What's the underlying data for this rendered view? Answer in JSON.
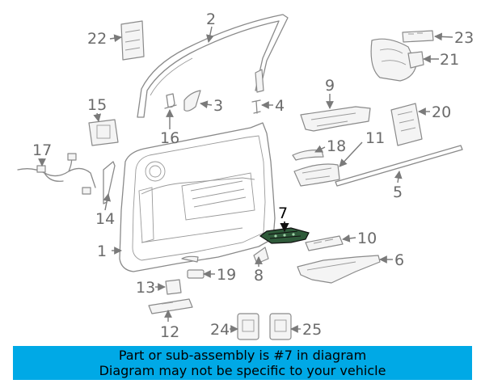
{
  "diagram": {
    "highlighted_part": "7",
    "callouts": [
      "1",
      "2",
      "3",
      "4",
      "5",
      "6",
      "7",
      "8",
      "9",
      "10",
      "11",
      "12",
      "13",
      "14",
      "15",
      "16",
      "17",
      "18",
      "19",
      "20",
      "21",
      "22",
      "23",
      "24",
      "25"
    ]
  },
  "banner": {
    "line1": "Part or sub-assembly is #7 in diagram",
    "line2": "Diagram may not be specific to your vehicle",
    "background": "#00a9e6"
  }
}
